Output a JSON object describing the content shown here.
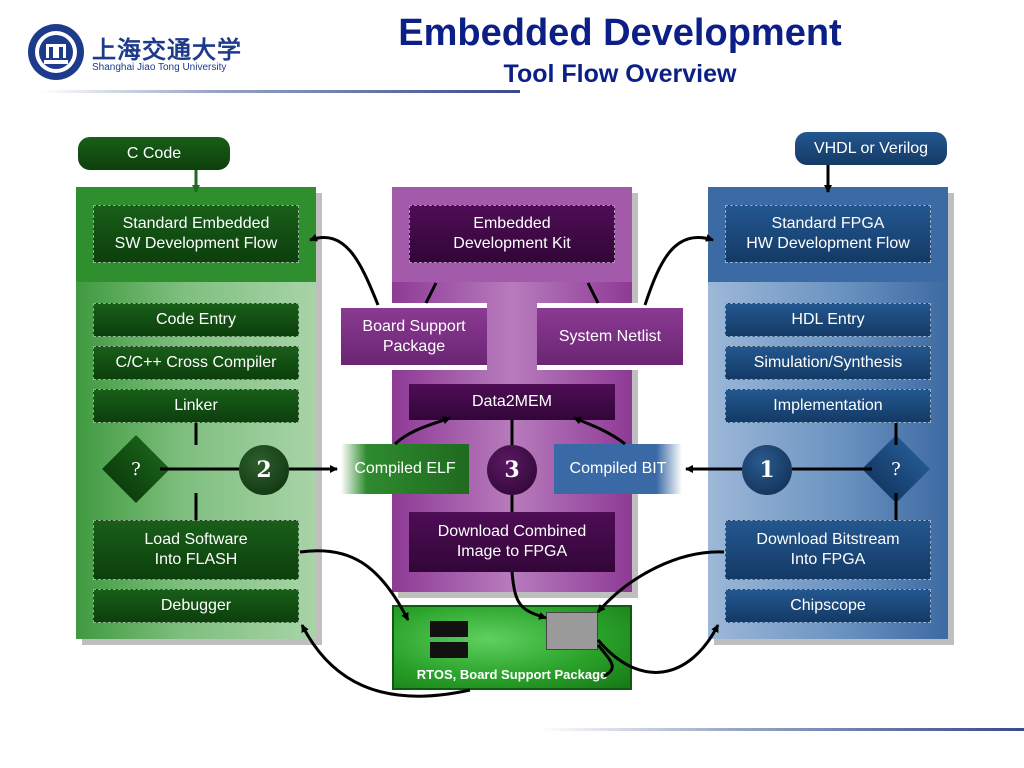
{
  "header": {
    "title": "Embedded Development",
    "subtitle": "Tool Flow Overview",
    "logo": {
      "name_cn": "上海交通大学",
      "name_en": "Shanghai Jiao Tong University",
      "icon": "university-seal"
    }
  },
  "inputs": {
    "c_code": "C Code",
    "hdl": "VHDL or Verilog"
  },
  "software_flow": {
    "header": "Standard Embedded\nSW Development Flow",
    "steps": [
      "Code Entry",
      "C/C++ Cross Compiler",
      "Linker"
    ],
    "decision": "?",
    "step_number": "2",
    "load": "Load Software\nInto FLASH",
    "debugger": "Debugger"
  },
  "kit": {
    "header": "Embedded\nDevelopment Kit",
    "bsp": "Board Support\nPackage",
    "netlist": "System Netlist",
    "data2mem": "Data2MEM",
    "compiled_elf": "Compiled ELF",
    "step_number": "3",
    "compiled_bit": "Compiled BIT",
    "download": "Download Combined\nImage to FPGA"
  },
  "hardware_flow": {
    "header": "Standard FPGA\nHW Development Flow",
    "steps": [
      "HDL Entry",
      "Simulation/Synthesis",
      "Implementation"
    ],
    "decision": "?",
    "step_number": "1",
    "download": "Download Bitstream\nInto FPGA",
    "chipscope": "Chipscope"
  },
  "board": {
    "label": "RTOS, Board Support Package"
  },
  "colors": {
    "title": "#0b1f86",
    "green": "#2e8b2e",
    "blue": "#3a6aa6",
    "purple": "#8a3a92"
  }
}
